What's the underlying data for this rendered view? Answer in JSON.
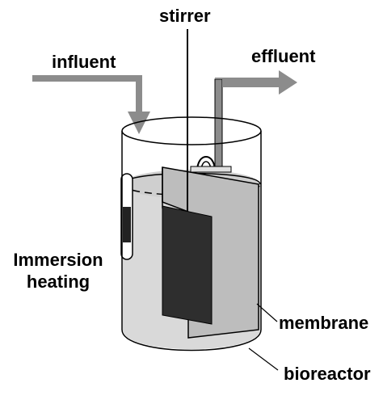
{
  "labels": {
    "stirrer": "stirrer",
    "influent": "influent",
    "effluent": "effluent",
    "immersion_line1": "Immersion",
    "immersion_line2": "heating",
    "membrane": "membrane",
    "bioreactor": "bioreactor"
  },
  "colors": {
    "outline": "#000000",
    "liquid": "#d9d9d9",
    "liquid_dark": "#c8c8c8",
    "arrow": "#8c8c8c",
    "stirrer_blade": "#2e2e2e",
    "heater": "#222222",
    "membrane_panel": "#bdbdbd"
  }
}
